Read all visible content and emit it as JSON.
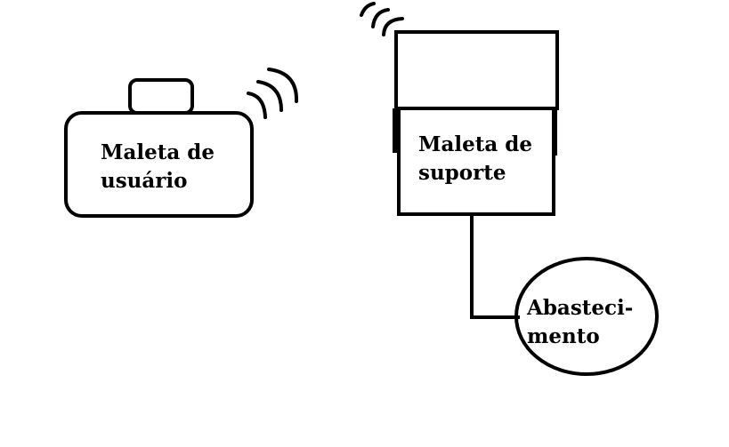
{
  "diagram": {
    "user_case": {
      "label_line1": "Maleta de",
      "label_line2": "usuário"
    },
    "support_case": {
      "label_line1": "Maleta de",
      "label_line2": "suporte"
    },
    "supply": {
      "label_line1": "Abasteci-",
      "label_line2": "mento"
    },
    "colors": {
      "stroke": "#000000",
      "background": "#ffffff"
    }
  }
}
